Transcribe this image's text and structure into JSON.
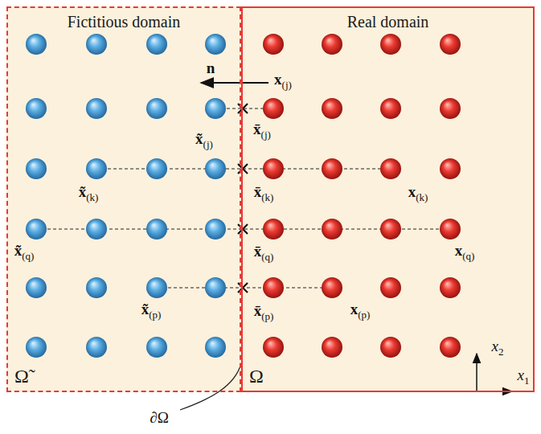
{
  "diagram": {
    "nodes": [
      {
        "text": [
          "Fictitious domain",
          "Ω̃"
        ]
      },
      {
        "text": [
          "Real domain",
          "Ω"
        ]
      }
    ],
    "labels": [
      "n",
      "x(j)",
      "x̃(j)",
      "x̄(j)",
      "x̃(k)",
      "x̄(k)",
      "x(k)",
      "x̃(q)",
      "x̄(q)",
      "x(q)",
      "x̃(p)",
      "x̄(p)",
      "x(p)",
      "∂Ω",
      "x2",
      "x1"
    ]
  }
}
